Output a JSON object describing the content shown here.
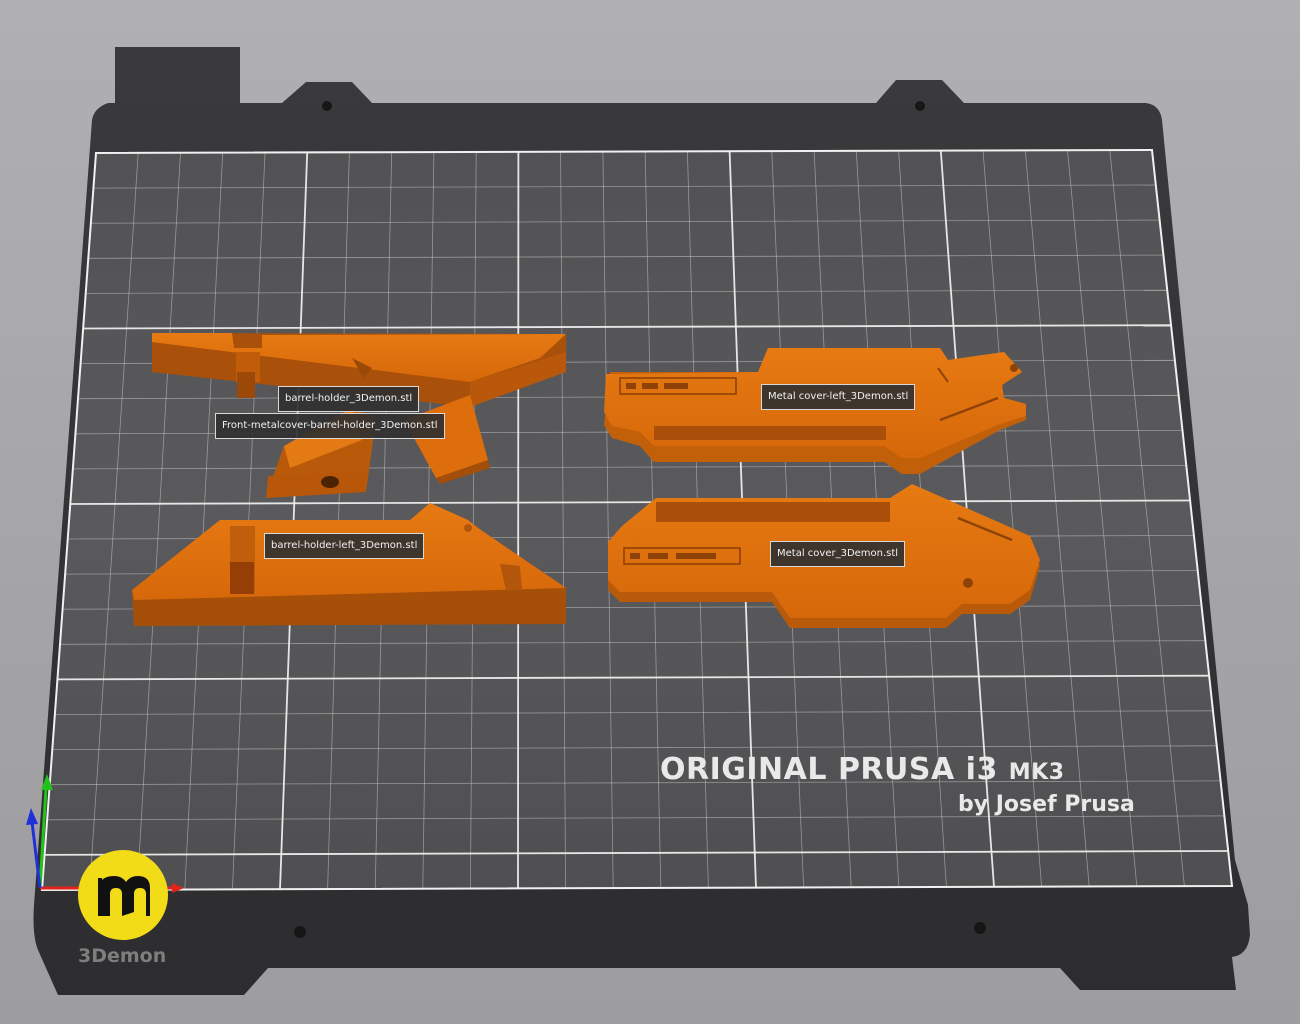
{
  "viewport": {
    "background_color": "#a9a9ab"
  },
  "bed": {
    "plate_color": "#343436",
    "grid_color": "#e8e8e8",
    "brand_line": "ORIGINAL PRUSA i3",
    "brand_model": "MK3",
    "brand_byline": "by Josef Prusa"
  },
  "objects": [
    {
      "label": "barrel-holder_3Demon.stl"
    },
    {
      "label": "Front-metalcover-barrel-holder_3Demon.stl"
    },
    {
      "label": "Metal cover-left_3Demon.stl"
    },
    {
      "label": "barrel-holder-left_3Demon.stl"
    },
    {
      "label": "Metal cover_3Demon.stl"
    }
  ],
  "object_color": "#dd6f0b",
  "axes": {
    "x_color": "#e0241c",
    "y_color": "#22c21a",
    "z_color": "#2030d8"
  },
  "watermark": {
    "logo_icon": "3demon-logo-icon",
    "badge_color": "#f2dc18",
    "wordmark": "3Demon"
  }
}
